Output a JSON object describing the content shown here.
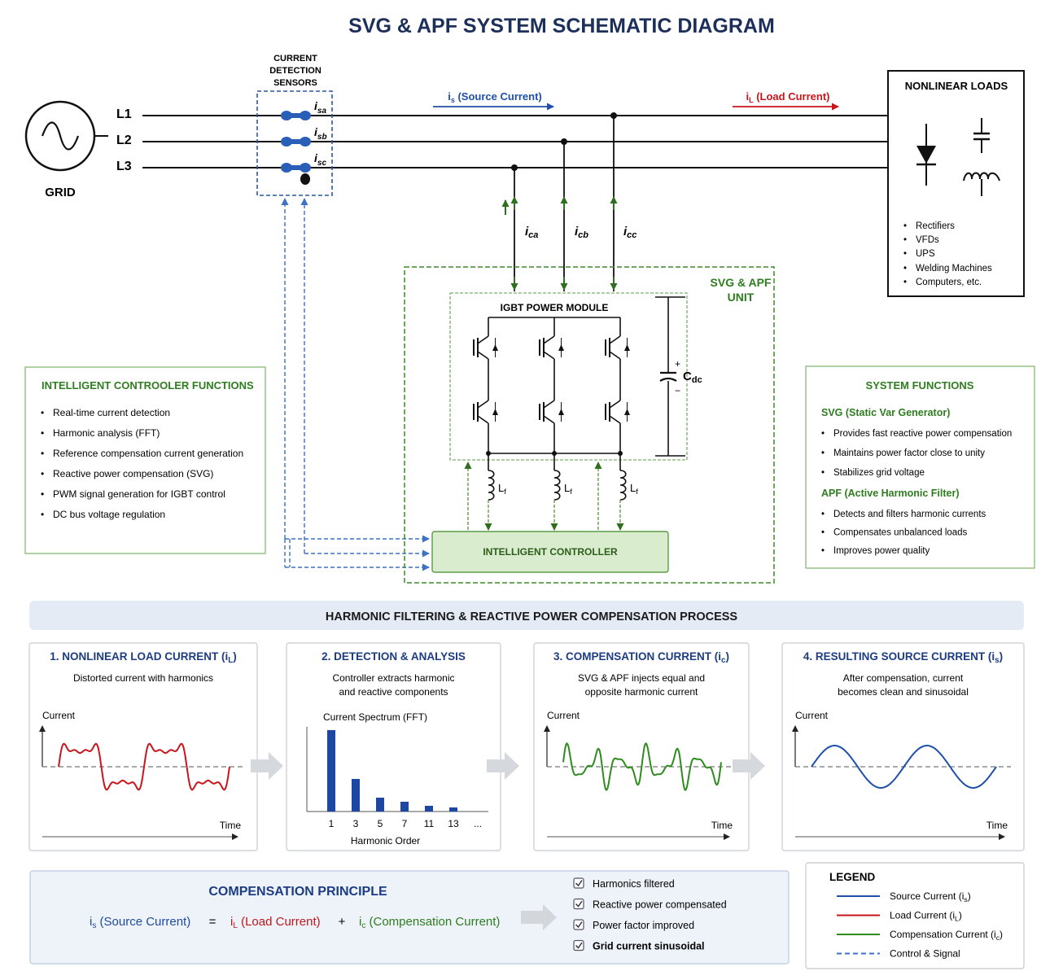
{
  "title": "SVG & APF SYSTEM SCHEMATIC DIAGRAM",
  "grid": {
    "label": "GRID",
    "lines": [
      "L1",
      "L2",
      "L3"
    ]
  },
  "sensors": {
    "title_lines": [
      "CURRENT",
      "DETECTION",
      "SENSORS"
    ],
    "labels": [
      {
        "main": "i",
        "sub": "sa"
      },
      {
        "main": "i",
        "sub": "sb"
      },
      {
        "main": "i",
        "sub": "sc"
      }
    ]
  },
  "flow": {
    "source": {
      "main": "i",
      "sub": "s",
      "rest": " (Source Current)"
    },
    "load": {
      "main": "i",
      "sub": "L",
      "rest": " (Load Current)"
    }
  },
  "compensation_currents": [
    {
      "main": "i",
      "sub": "ca"
    },
    {
      "main": "i",
      "sub": "cb"
    },
    {
      "main": "i",
      "sub": "cc"
    }
  ],
  "loads": {
    "title": "NONLINEAR LOADS",
    "items": [
      "Rectifiers",
      "VFDs",
      "UPS",
      "Welding Machines",
      "Computers, etc."
    ]
  },
  "unit": {
    "title_lines": [
      "SVG & APF",
      "UNIT"
    ],
    "igbt_title": "IGBT POWER MODULE",
    "cap": {
      "main": "C",
      "sub": "dc",
      "plus": "+",
      "minus": "−"
    },
    "inductors": [
      {
        "main": "L",
        "sub": "f"
      },
      {
        "main": "L",
        "sub": "f"
      },
      {
        "main": "L",
        "sub": "f"
      }
    ],
    "controller": "INTELLIGENT CONTROLLER"
  },
  "controller_functions": {
    "title": "INTELLIGENT CONTROOLER FUNCTIONS",
    "items": [
      "Real-time current detection",
      "Harmonic analysis (FFT)",
      "Reference compensation current generation",
      "Reactive power compensation (SVG)",
      "PWM signal generation for IGBT control",
      "DC bus voltage regulation"
    ]
  },
  "system_functions": {
    "title": "SYSTEM FUNCTIONS",
    "svg_heading": "SVG (Static Var Generator)",
    "svg_items": [
      "Provides fast reactive power compensation",
      "Maintains power factor close to unity",
      "Stabilizes grid voltage"
    ],
    "apf_heading": "APF (Active Harmonic Filter)",
    "apf_items": [
      "Detects and filters harmonic currents",
      "Compensates unbalanced loads",
      "Improves power quality"
    ]
  },
  "process": {
    "banner": "HARMONIC FILTERING & REACTIVE POWER COMPENSATION PROCESS",
    "panels": [
      {
        "title_main": "1. NONLINEAR LOAD CURRENT (i",
        "title_sub": "L",
        "title_end": ")",
        "desc": [
          "Distorted current with harmonics"
        ],
        "ylabel": "Current",
        "xlabel": "Time"
      },
      {
        "title_main": "2. DETECTION & ANALYSIS",
        "title_sub": "",
        "title_end": "",
        "desc": [
          "Controller extracts harmonic",
          "and reactive components"
        ],
        "ylabel": "Current Spectrum (FFT)",
        "xlabel": "Harmonic Order"
      },
      {
        "title_main": "3. COMPENSATION CURRENT (i",
        "title_sub": "c",
        "title_end": ")",
        "desc": [
          "SVG & APF injects equal and",
          "opposite harmonic current"
        ],
        "ylabel": "Current",
        "xlabel": "Time"
      },
      {
        "title_main": "4. RESULTING SOURCE CURRENT (i",
        "title_sub": "s",
        "title_end": ")",
        "desc": [
          "After compensation, current",
          "becomes clean and sinusoidal"
        ],
        "ylabel": "Current",
        "xlabel": "Time"
      }
    ]
  },
  "chart_data": {
    "type": "bar",
    "title": "Current Spectrum (FFT)",
    "xlabel": "Harmonic Order",
    "ylabel": "",
    "categories": [
      "1",
      "3",
      "5",
      "7",
      "11",
      "13",
      "..."
    ],
    "values": [
      100,
      40,
      17,
      12,
      7,
      5,
      0
    ],
    "ylim": [
      0,
      100
    ]
  },
  "principle": {
    "title": "COMPENSATION PRINCIPLE",
    "terms": [
      {
        "main": "i",
        "sub": "s",
        "rest": " (Source Current)"
      },
      {
        "op": "="
      },
      {
        "main": "i",
        "sub": "L",
        "rest": " (Load Current)"
      },
      {
        "op": "+"
      },
      {
        "main": "i",
        "sub": "c",
        "rest": " (Compensation Current)"
      }
    ],
    "checks": [
      "Harmonics filtered",
      "Reactive power compensated",
      "Power factor improved",
      "Grid current sinusoidal"
    ]
  },
  "legend": {
    "title": "LEGEND",
    "items": [
      {
        "label": "Source Current (i",
        "sub": "s",
        "end": ")",
        "color": "#1f4fa8",
        "dashed": false
      },
      {
        "label": "Load Current (i",
        "sub": "L",
        "end": ")",
        "color": "#c8161d",
        "dashed": false
      },
      {
        "label": "Compensation Current (i",
        "sub": "c",
        "end": ")",
        "color": "#2e8b1e",
        "dashed": false
      },
      {
        "label": "Control & Signal",
        "sub": "",
        "end": "",
        "color": "#3b72c4",
        "dashed": true
      }
    ]
  },
  "colors": {
    "navy": "#1c2f5a",
    "green": "#2e7d1f",
    "blue": "#1f4fa8",
    "red": "#c8161d",
    "control": "#3b72c4"
  }
}
